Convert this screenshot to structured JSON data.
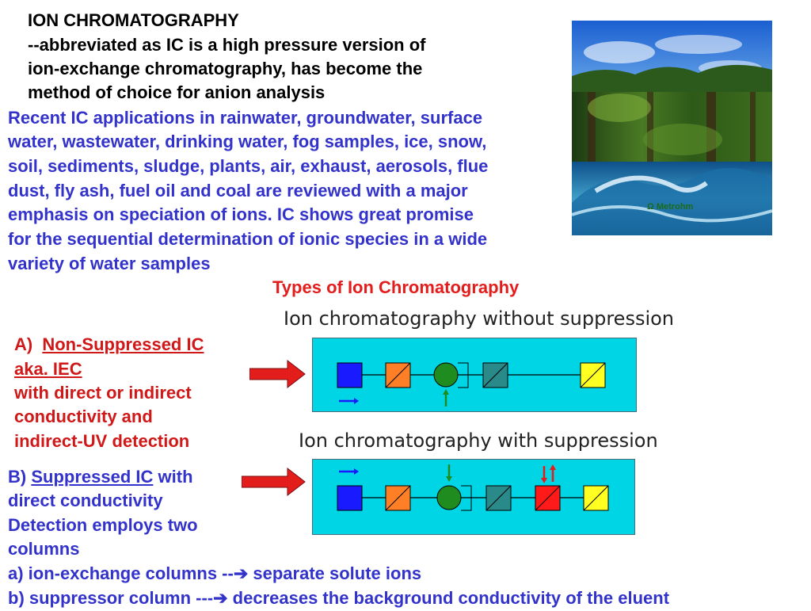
{
  "header": {
    "title": "ION CHROMATOGRAPHY",
    "lines": [
      "--abbreviated as IC is  a high pressure version of",
      "ion-exchange chromatography, has become the",
      "method of choice for anion analysis"
    ]
  },
  "applications": {
    "lines": [
      "Recent IC applications in rainwater, groundwater, surface",
      "water, wastewater, drinking water, fog samples, ice, snow,",
      "soil, sediments, sludge, plants, air, exhaust, aerosols, flue",
      "dust, fly ash, fuel oil and coal are reviewed with a major",
      "emphasis on speciation of ions. IC shows great promise",
      "for the sequential determination of ionic species in a wide",
      "variety of water samples"
    ]
  },
  "photo": {
    "logo_text": "Metrohm"
  },
  "types_heading": "Types of Ion Chromatography",
  "section_a": {
    "prefix": "A)",
    "title": "Non-Suppressed IC",
    "aka": "aka. IEC",
    "lines": [
      "with direct or indirect",
      "conductivity and",
      "indirect-UV detection"
    ]
  },
  "section_b": {
    "prefix": "B)",
    "title": "Suppressed IC",
    "suffix": "with",
    "lines": [
      "direct conductivity",
      "Detection employs two",
      "columns"
    ]
  },
  "diagram_a": {
    "title": "Ion chromatography without suppression"
  },
  "diagram_b": {
    "title": "Ion chromatography with suppression"
  },
  "bottom": {
    "line1_pre": "a) ion-exchange columns --",
    "line1_post": " separate solute ions",
    "line2_pre": "b) suppressor column ---",
    "line2_post": "  decreases the background conductivity of the eluent",
    "arrow": "➔"
  },
  "colors": {
    "panel": "#00d5e5",
    "pump": "#1a1aff",
    "injector": "#ff7f27",
    "column": "#1e8c1e",
    "separator": "#2a8a8a",
    "suppressor": "#ff1a1a",
    "detector": "#ffff22",
    "callout_arrow": "#e31c1c"
  }
}
